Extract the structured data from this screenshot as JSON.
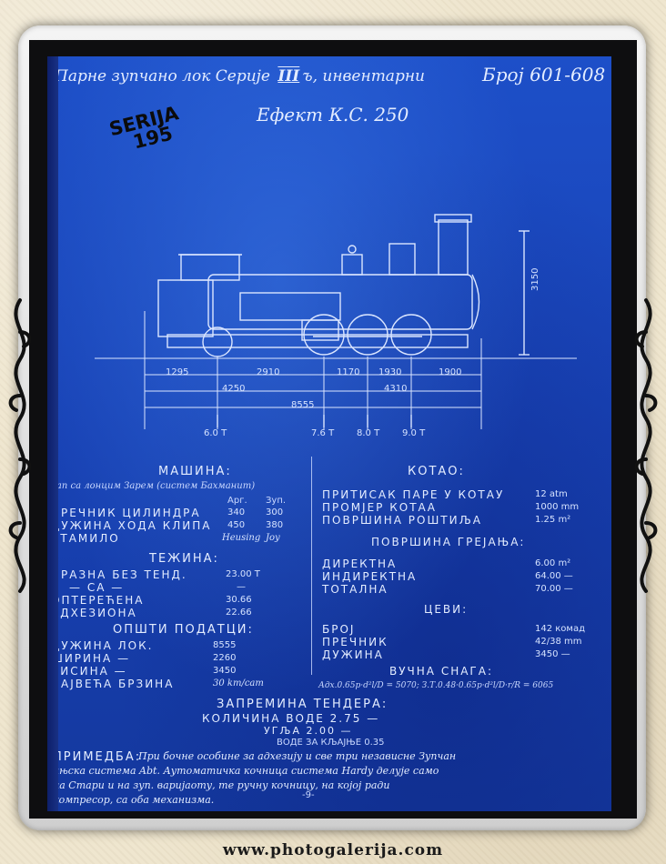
{
  "header": {
    "line1_left": "Парне зупчано лок Серије",
    "series_numeral": "III",
    "line1_mid": "ъ, инвентарни",
    "line1_right": "Број 601-608",
    "line2": "Ефект К.С. 250"
  },
  "stamp": {
    "line1": "SERIJA",
    "line2": "195"
  },
  "drawing": {
    "dimensions_top": [
      "1295",
      "2910",
      "1170",
      "1930",
      "1900"
    ],
    "dimensions_mid": [
      "4250",
      "4310"
    ],
    "dimension_total": "8555",
    "height_mark": "3150",
    "axle_loads": [
      "6.0 T",
      "7.6 T",
      "8.0 T",
      "9.0 T"
    ]
  },
  "machine": {
    "title": "МАШИНА:",
    "subtitle": "(ап са лонцим Зарем (систем Бахманит)",
    "col_headers": [
      "Арг.",
      "Зуп."
    ],
    "rows": [
      {
        "label": "ПРЕЧНИК ЦИЛИНДРА",
        "a": "340",
        "b": "300"
      },
      {
        "label": "ДУЖИНА ХОДА КЛИПА",
        "a": "450",
        "b": "380"
      },
      {
        "label": "СТАМИЛО",
        "a": "Heusing",
        "b": "Joy"
      }
    ]
  },
  "weight": {
    "title": "ТЕЖИНА:",
    "rows": [
      {
        "label": "ПРАЗНА БЕЗ ТЕНД.",
        "value": "23.00 T"
      },
      {
        "label": "—  СА  —",
        "value": "—"
      },
      {
        "label": "ОПТЕРЕЋЕНА",
        "value": "30.66"
      },
      {
        "label": "АДХЕЗИОНА",
        "value": "22.66"
      }
    ]
  },
  "general": {
    "title": "ОПШТИ ПОДАТЦИ:",
    "rows": [
      {
        "label": "ДУЖИНА ЛОК.",
        "value": "8555"
      },
      {
        "label": "ШИРИНА —",
        "value": "2260"
      },
      {
        "label": "ВИСИНА —",
        "value": "3450"
      },
      {
        "label": "НАЈВЕЋА БРЗИНА",
        "value": "30 km/сат"
      }
    ]
  },
  "boiler": {
    "title": "КОТАО:",
    "rows": [
      {
        "label": "ПРИТИСАК ПАРЕ У КОТАУ",
        "value": "12 atm"
      },
      {
        "label": "ПРОМЈЕР КОТАА",
        "value": "1000 mm"
      },
      {
        "label": "ПОВРШИНА РОШТИЉА",
        "value": "1.25 m²"
      }
    ]
  },
  "heating": {
    "title": "ПОВРШИНА ГРЕЈАЊА:",
    "rows": [
      {
        "label": "ДИРЕКТНА",
        "value": "6.00 m²"
      },
      {
        "label": "ИНДИРЕКТНА",
        "value": "64.00 —"
      },
      {
        "label": "ТОТАЛНА",
        "value": "70.00 —"
      }
    ]
  },
  "tubes": {
    "title": "ЦЕВИ:",
    "rows": [
      {
        "label": "БРОЈ",
        "value": "142 комад"
      },
      {
        "label": "ПРЕЧНИК",
        "value": "42/38 mm"
      },
      {
        "label": "ДУЖИНА",
        "value": "3450 —"
      }
    ]
  },
  "traction": {
    "title": "ВУЧНА СНАГА:",
    "formula": "Адх.0.65р·d²l/D = 5070; З.Т.0.48·0.65р·d²l/D·r/R = 6065"
  },
  "tender": {
    "title": "ЗАПРЕМИНА ТЕНДЕРА:",
    "line1": "КОЛИЧИНА ВОДЕ 2.75 —",
    "line2": "УГЉА 2.00 —",
    "line3": "ВОДЕ ЗА КЉАЈЊЕ 0.35"
  },
  "note": {
    "label": "ПРИМЕДБА:",
    "line1": "При бочне особине за адхезију и све три независне Зупчан",
    "line2": "ињска система Abt. Аутоматичка кочница система Hardy делује само",
    "line3": "на Стари и на зуп. варијаоту, те ручну кочницу, на којој ради",
    "line4": "компресор, са оба механизма."
  },
  "page_number": "-9-",
  "watermark": "www.photogalerija.com",
  "colors": {
    "blueprint": "#1d4fc8",
    "ink": "#e3ecff",
    "stamp": "#0b0b0b",
    "background": "#efe6cf"
  }
}
